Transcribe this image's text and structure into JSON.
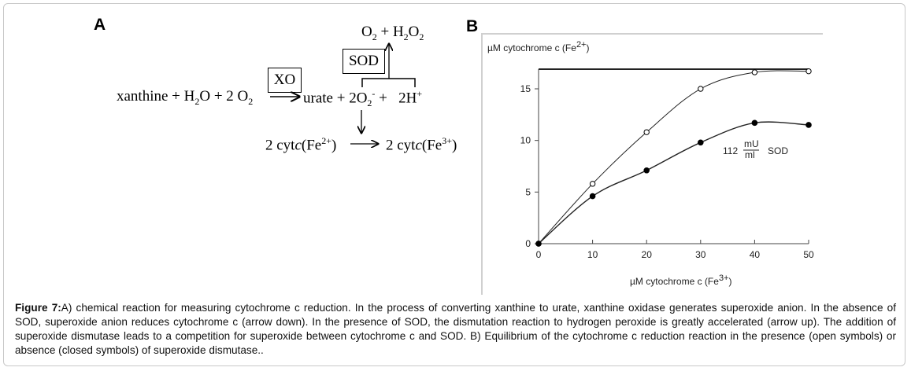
{
  "panel_a": {
    "label": "A",
    "top_products": {
      "o2": "O",
      "o2_sub": "2",
      "plus": " + H",
      "h_sub": "2",
      "o": "O",
      "o2b_sub": "2"
    },
    "sod_label": "SOD",
    "xo_label": "XO",
    "reactants": {
      "a": "xanthine + H",
      "a_sub": "2",
      "b": "O + 2 O",
      "b_sub": "2"
    },
    "products": {
      "a": "urate + 2O",
      "a_sub": "2",
      "a_sup": "-",
      "b": " +   2H",
      "b_sup": "+"
    },
    "cyt_left": {
      "a": "2 cyt",
      "c": "c",
      "b": "(Fe",
      "sup": "2+",
      "end": ")"
    },
    "cyt_right": {
      "a": "2 cyt",
      "c": "c",
      "b": "(Fe",
      "sup": "3+",
      "end": ")"
    }
  },
  "panel_b": {
    "label": "B"
  },
  "chart_data": {
    "type": "scatter",
    "title": "",
    "ylabel": "µM cytochrome c (Fe",
    "ylabel_sup": "2+",
    "ylabel_end": ")",
    "xlabel": "µM  cytochrome c (Fe",
    "xlabel_sup": "3+",
    "xlabel_end": ")",
    "xlim": [
      0,
      50
    ],
    "ylim": [
      0,
      16.9
    ],
    "xticks": [
      0,
      10,
      20,
      30,
      40,
      50
    ],
    "yticks": [
      0,
      5,
      10,
      15
    ],
    "grid": false,
    "annotation": {
      "value": "112",
      "num": "mU",
      "den": "ml",
      "label": "SOD"
    },
    "series": [
      {
        "name": "open symbols",
        "marker": "open-circle",
        "x": [
          0,
          10,
          20,
          30,
          40,
          50
        ],
        "y": [
          0,
          5.8,
          10.8,
          15.0,
          16.6,
          16.7
        ]
      },
      {
        "name": "closed symbols",
        "marker": "filled-circle",
        "x": [
          0,
          10,
          20,
          30,
          40,
          50
        ],
        "y": [
          0,
          4.6,
          7.1,
          9.8,
          11.7,
          11.5
        ]
      }
    ]
  },
  "caption": {
    "label": "Figure 7:",
    "text": "A) chemical reaction for measuring cytochrome c reduction. In the process of converting xanthine to urate, xanthine oxidase generates superoxide anion. In the absence of SOD, superoxide anion reduces cytochrome c (arrow down). In the presence of SOD, the dismutation reaction to hydrogen peroxide is greatly accelerated (arrow up). The addition of superoxide dismutase leads to a competition for superoxide between cytochrome c and SOD. B) Equilibrium of the cytochrome c reduction reaction in the presence (open symbols) or absence (closed symbols) of superoxide dismutase.."
  }
}
